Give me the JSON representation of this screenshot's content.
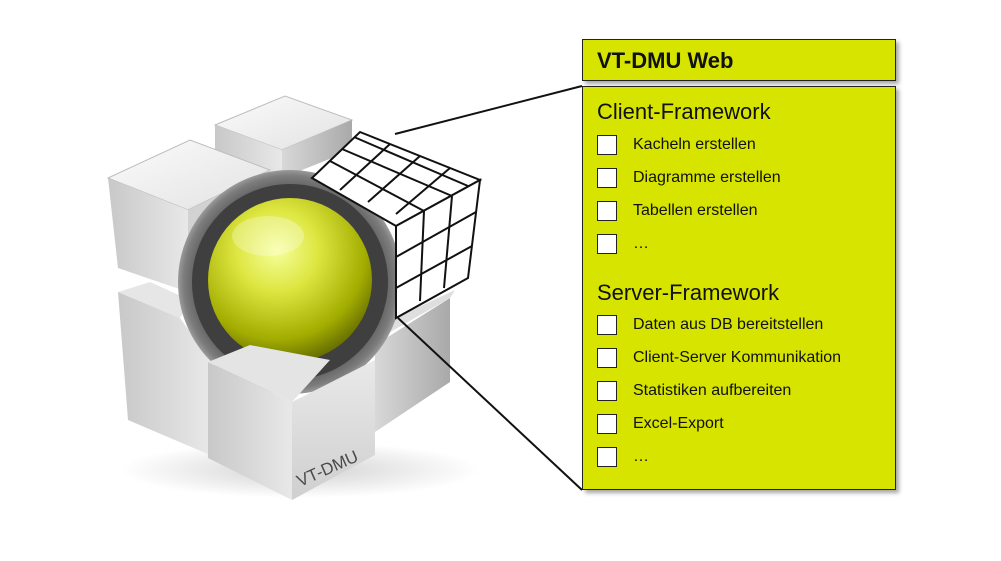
{
  "cube": {
    "label": "VT-DMU"
  },
  "panel": {
    "title": "VT-DMU Web",
    "sections": [
      {
        "heading": "Client-Framework",
        "items": [
          "Kacheln erstellen",
          "Diagramme erstellen",
          "Tabellen erstellen",
          "…"
        ]
      },
      {
        "heading": "Server-Framework",
        "items": [
          "Daten aus DB bereitstellen",
          "Client-Server Kommunikation",
          "Statistiken aufbereiten",
          "Excel-Export",
          "…"
        ]
      }
    ]
  },
  "colors": {
    "accent": "#d6e400",
    "sphere": "#c8d400"
  }
}
